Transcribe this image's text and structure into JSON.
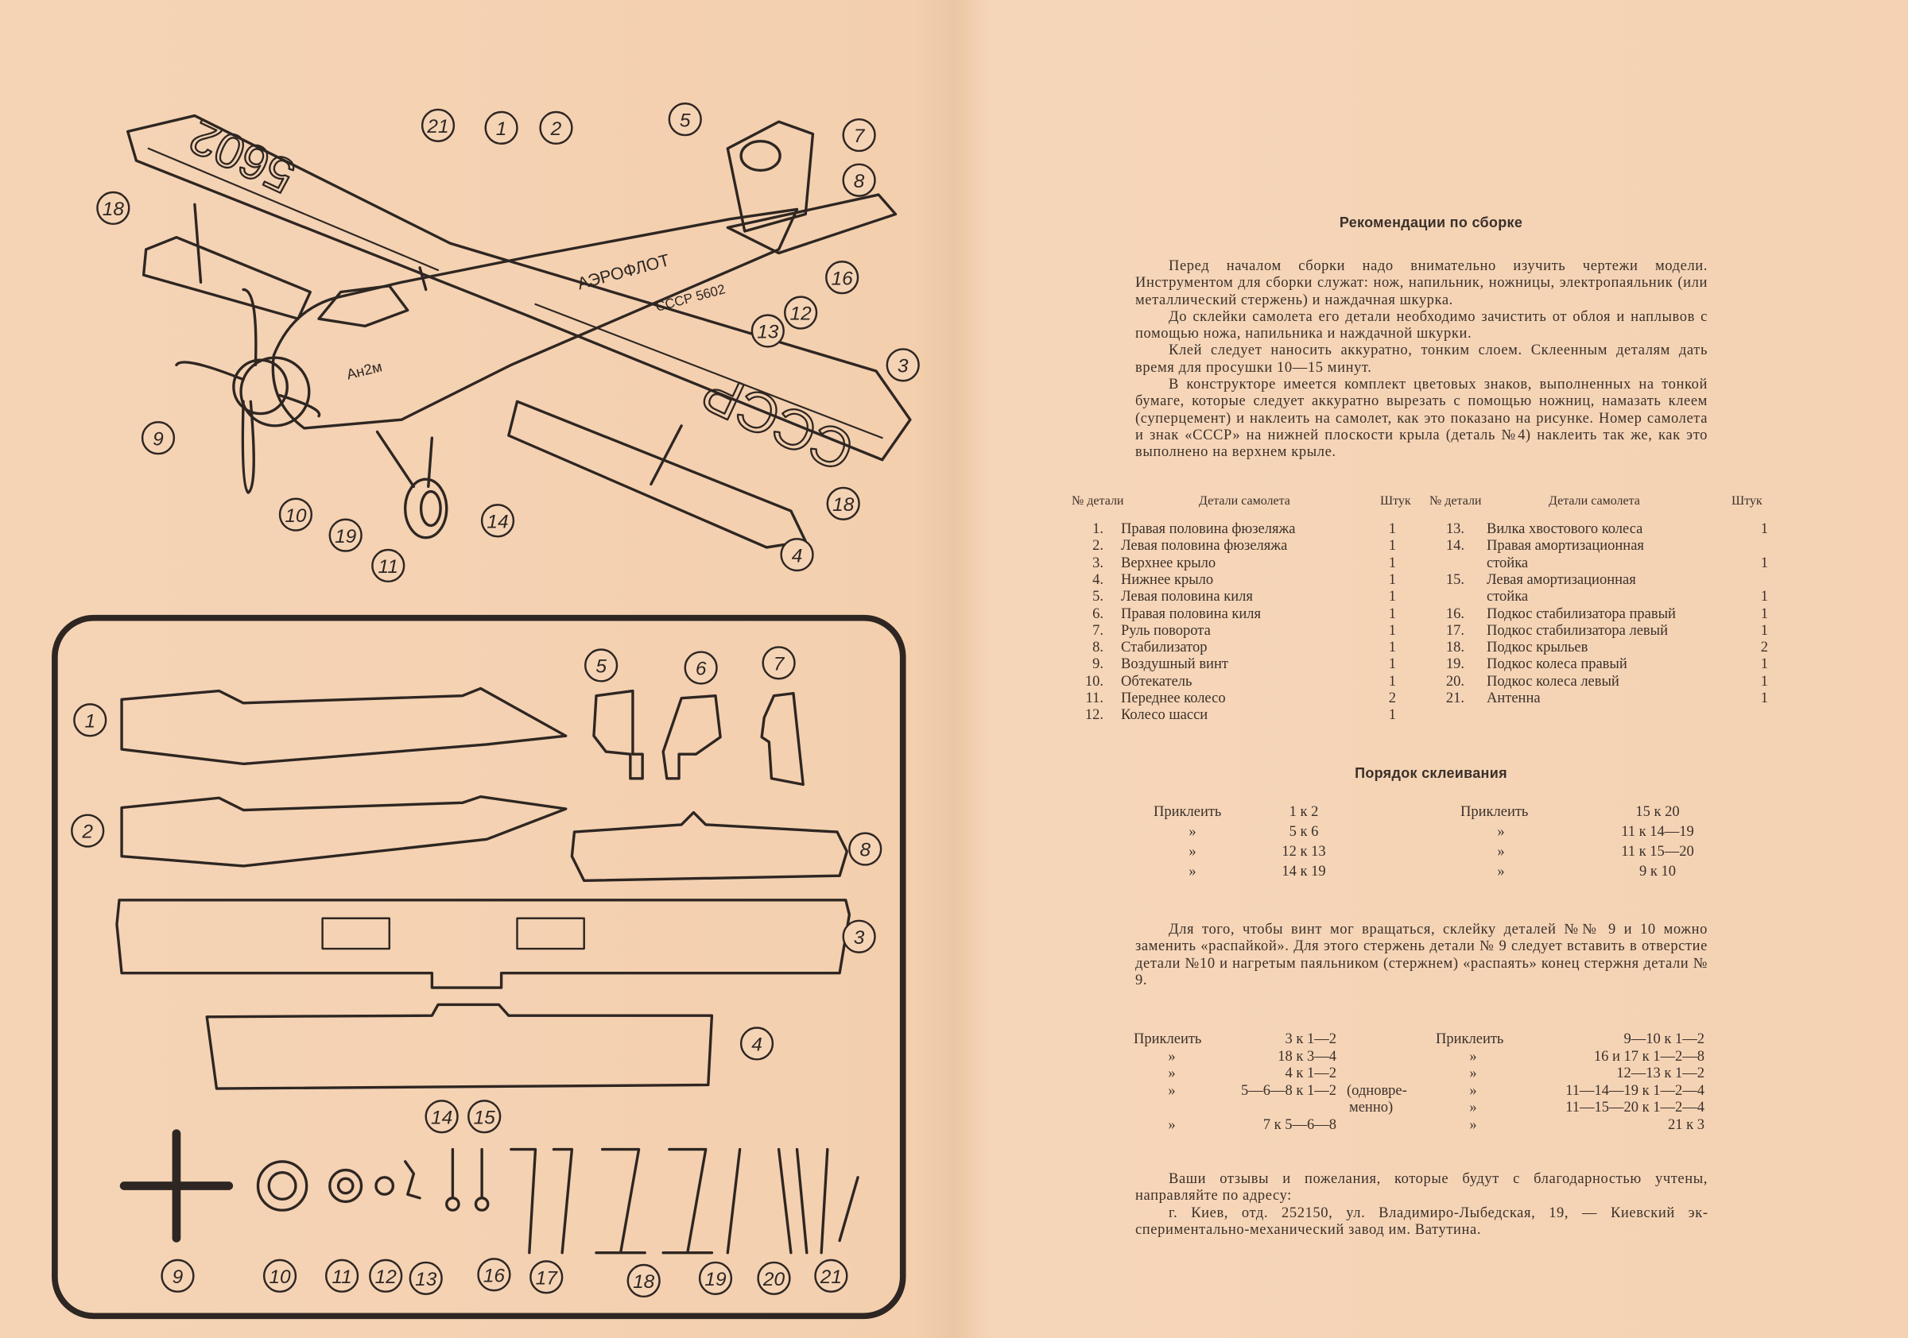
{
  "drawing": {
    "plane_labels": {
      "wing_number": "5602",
      "wing_ussr": "СССР",
      "fuselage_airline": "АЭРОФЛОТ",
      "fuselage_reg": "СССР 5602",
      "nose_model": "Ан2м"
    },
    "assembled_callouts": [
      "21",
      "1",
      "2",
      "5",
      "7",
      "8",
      "18",
      "16",
      "12",
      "13",
      "3",
      "9",
      "10",
      "14",
      "19",
      "11",
      "18",
      "4"
    ],
    "parts_callouts": [
      "1",
      "2",
      "5",
      "6",
      "7",
      "8",
      "3",
      "4",
      "14",
      "15",
      "9",
      "10",
      "11",
      "12",
      "13",
      "16",
      "17",
      "18",
      "19",
      "20",
      "21"
    ]
  },
  "recommendations": {
    "title": "Рекомендации по сборке",
    "paragraphs": [
      "Перед началом сборки надо внимательно изучить чертежи модели. Инструментом для сборки служат: нож, напильник, ножницы, электро­паяльник (или металлический стержень) и наждачная шкурка.",
      "До склейки самолета его детали необходимо зачистить от облоя и наплывов с помощью ножа, напильника и наждачной шкурки.",
      "Клей следует наносить аккуратно, тонким слоем. Склеенным дета­лям дать время для просушки 10—15 минут.",
      "В конструкторе имеется комплект цветовых знаков, выполненных на тонкой бумаге, которые следует аккуратно вырезать с помощью ножниц, намазать клеем (суперцемент) и наклеить на самолет, как это показано на рисунке. Номер самолета и знак «СССР» на нижней плоскости крыла (деталь №4) наклеить так же, как это выполнено на верхнем крыле."
    ]
  },
  "parts_table": {
    "headers": {
      "number": "№ детали",
      "name": "Детали самолета",
      "qty": "Штук"
    },
    "left": [
      {
        "n": "1.",
        "name": "Правая половина фюзеляжа",
        "qty": "1"
      },
      {
        "n": "2.",
        "name": "Левая половина фюзеляжа",
        "qty": "1"
      },
      {
        "n": "3.",
        "name": "Верхнее крыло",
        "qty": "1"
      },
      {
        "n": "4.",
        "name": "Нижнее крыло",
        "qty": "1"
      },
      {
        "n": "5.",
        "name": "Левая половина киля",
        "qty": "1"
      },
      {
        "n": "6.",
        "name": "Правая половина киля",
        "qty": "1"
      },
      {
        "n": "7.",
        "name": "Руль поворота",
        "qty": "1"
      },
      {
        "n": "8.",
        "name": "Стабилизатор",
        "qty": "1"
      },
      {
        "n": "9.",
        "name": "Воздушный винт",
        "qty": "1"
      },
      {
        "n": "10.",
        "name": "Обтекатель",
        "qty": "1"
      },
      {
        "n": "11.",
        "name": "Переднее колесо",
        "qty": "2"
      },
      {
        "n": "12.",
        "name": "Колесо шасси",
        "qty": "1"
      }
    ],
    "right": [
      {
        "n": "13.",
        "name": "Вилка хвостового колеса",
        "name2": "",
        "qty": "1"
      },
      {
        "n": "14.",
        "name": "Правая амортизационная",
        "name2": "стойка",
        "qty": "1"
      },
      {
        "n": "15.",
        "name": "Левая амортизационная",
        "name2": "стойка",
        "qty": "1"
      },
      {
        "n": "16.",
        "name": "Подкос стабилизатора правый",
        "name2": "",
        "qty": "1"
      },
      {
        "n": "17.",
        "name": "Подкос стабилизатора левый",
        "name2": "",
        "qty": "1"
      },
      {
        "n": "18.",
        "name": "Подкос крыльев",
        "name2": "",
        "qty": "2"
      },
      {
        "n": "19.",
        "name": "Подкос колеса правый",
        "name2": "",
        "qty": "1"
      },
      {
        "n": "20.",
        "name": "Подкос колеса левый",
        "name2": "",
        "qty": "1"
      },
      {
        "n": "21.",
        "name": "Антенна",
        "name2": "",
        "qty": "1"
      }
    ]
  },
  "gluing": {
    "title": "Порядок склеивания",
    "verb": "Приклеить",
    "ditto": "»",
    "block1_left": [
      "1 к 2",
      "5 к 6",
      "12 к 13",
      "14 к 19"
    ],
    "block1_right": [
      "15 к 20",
      "11 к 14—19",
      "11 к 15—20",
      "9 к 10"
    ],
    "note": "Для того, чтобы винт мог вращаться, склейку деталей №№ 9 и 10 можно заменить «распайкой». Для этого стержень детали № 9 следует вставить в отверстие детали №10 и нагретым паяльником (стержнем) «распаять» конец стержня детали № 9.",
    "block2_left": [
      "3 к 1—2",
      "18 к 3—4",
      "4 к 1—2",
      "5—6—8 к 1—2",
      "7 к 5—6—8"
    ],
    "block2_left_note": [
      "(одновре-",
      "менно)"
    ],
    "block2_right": [
      "9—10 к 1—2",
      "16 и 17 к 1—2—8",
      "12—13 к 1—2",
      "11—14—19 к 1—2—4",
      "11—15—20 к 1—2—4",
      "21 к 3"
    ]
  },
  "feedback": {
    "line1": "Ваши отзывы и пожелания, которые будут с благодарностью учте­ны, направляйте по адресу:",
    "line2": "г. Киев, отд. 252150, ул. Владимиро-Лыбедская, 19, — Киевский эк­спериментально-механический завод им. Ватутина."
  }
}
